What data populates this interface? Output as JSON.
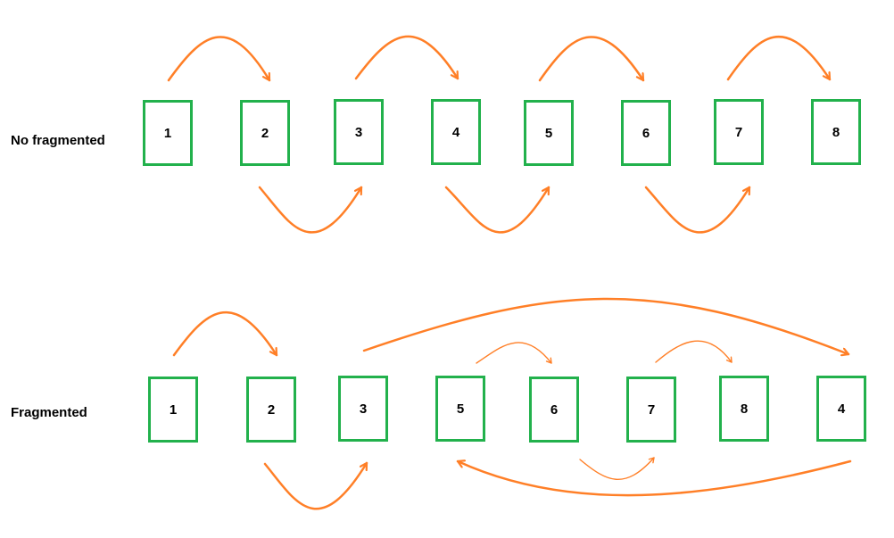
{
  "colors": {
    "block_border": "#22b14c",
    "arrow": "#ff7f27"
  },
  "rows": [
    {
      "label": "No fragmented",
      "blocks": [
        "1",
        "2",
        "3",
        "4",
        "5",
        "6",
        "7",
        "8"
      ]
    },
    {
      "label": "Fragmented",
      "blocks": [
        "1",
        "2",
        "3",
        "5",
        "6",
        "7",
        "8",
        "4"
      ]
    }
  ]
}
